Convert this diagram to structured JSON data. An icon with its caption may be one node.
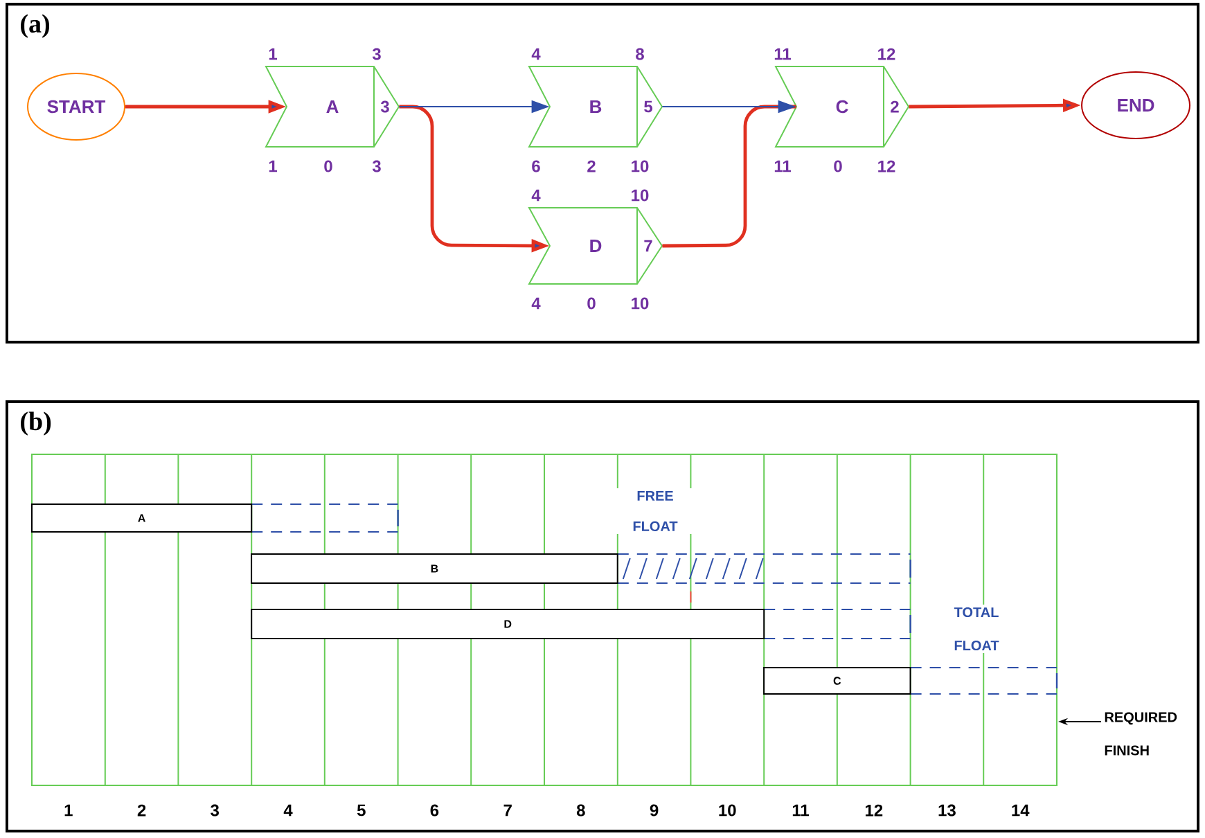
{
  "diagram": {
    "nodes": [
      {
        "text": [
          "START"
        ]
      },
      {
        "text": [
          "A",
          "3"
        ],
        "beside": [
          "1",
          "3",
          "1",
          "0",
          "3"
        ]
      },
      {
        "text": [
          "B",
          "5"
        ],
        "beside": [
          "4",
          "8",
          "6",
          "2",
          "10"
        ]
      },
      {
        "text": [
          "D",
          "7"
        ],
        "beside": [
          "4",
          "10",
          "4",
          "0",
          "10"
        ]
      },
      {
        "text": [
          "C",
          "2"
        ],
        "beside": [
          "11",
          "12",
          "11",
          "0",
          "12"
        ]
      },
      {
        "text": [
          "END"
        ]
      },
      {
        "text": [
          "A"
        ]
      },
      {
        "text": [
          "B"
        ]
      },
      {
        "text": [
          "D"
        ]
      },
      {
        "text": [
          "C"
        ]
      },
      {
        "text": [
          "REQUIRED FINISH"
        ]
      }
    ],
    "edges": [
      {
        "from": 0,
        "to": 1,
        "arrow": "to"
      },
      {
        "from": 1,
        "to": 2,
        "arrow": "to",
        "color": "#2e4fa8"
      },
      {
        "from": 1,
        "to": 3,
        "arrow": "to"
      },
      {
        "from": 2,
        "to": 4,
        "arrow": "to",
        "color": "#2e4fa8"
      },
      {
        "from": 3,
        "to": 4,
        "arrow": "none"
      },
      {
        "from": 4,
        "to": 5,
        "arrow": "to"
      },
      {
        "from": 10,
        "to": null,
        "arrow": "to",
        "color": "#000000"
      }
    ],
    "labels": [
      "(a)",
      "(b)",
      "FREE FLOAT",
      "TOTAL FLOAT",
      "1",
      "2",
      "3",
      "4",
      "5",
      "6",
      "7",
      "8",
      "9",
      "10",
      "11",
      "12",
      "13",
      "14"
    ]
  }
}
